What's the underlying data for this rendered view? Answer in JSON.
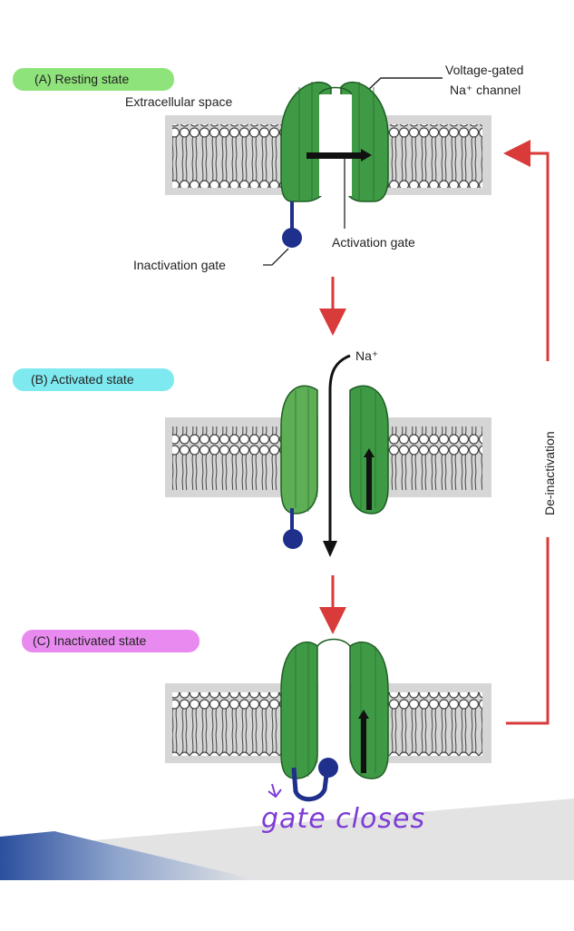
{
  "states": {
    "resting": {
      "label": "(A) Resting state",
      "color": "#8ee37a"
    },
    "activated": {
      "label": "(B) Activated state",
      "color": "#7fe9f0"
    },
    "inactivated": {
      "label": "(C) Inactivated state",
      "color": "#e88af0"
    }
  },
  "labels": {
    "extracellular": "Extracellular space",
    "channel_line1": "Voltage-gated",
    "channel_line2": "Na⁺ channel",
    "activation_gate": "Activation gate",
    "inactivation_gate": "Inactivation gate",
    "na_ion": "Na⁺",
    "deinactivation": "De-inactivation"
  },
  "annotation": {
    "text": "gate closes"
  },
  "colors": {
    "channel_green": "#3f9a45",
    "channel_dark": "#2a6e30",
    "membrane_gray": "#d6d6d6",
    "gate_blue": "#1f2f8c",
    "arrow_red": "#d93a3a",
    "annotation_purple": "#7d3cd6",
    "footer_blue": "#3b5fa8"
  }
}
